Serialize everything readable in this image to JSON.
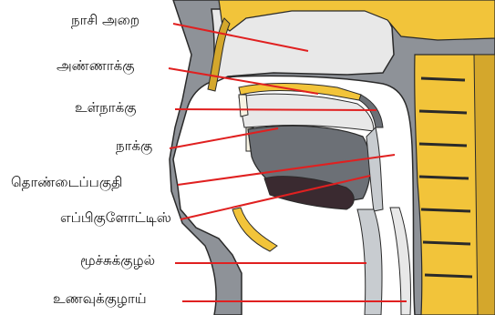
{
  "diagram": {
    "labels": [
      {
        "id": "nasal-cavity",
        "text": "நாசி அறை"
      },
      {
        "id": "palate",
        "text": "அண்ணாக்கு"
      },
      {
        "id": "uvula",
        "text": "உள்நாக்கு"
      },
      {
        "id": "tongue",
        "text": "நாக்கு"
      },
      {
        "id": "pharynx",
        "text": "தொண்டைப்பகுதி"
      },
      {
        "id": "epiglottis",
        "text": "எப்பிகுளோட்டிஸ்"
      },
      {
        "id": "trachea",
        "text": "மூச்சுக்குழல்"
      },
      {
        "id": "esophagus",
        "text": "உணவுக்குழாய்"
      }
    ],
    "colors": {
      "leader_line": "#e02020",
      "bone": "#f2c43a",
      "tissue_gray": "#8e9298",
      "tissue_dark": "#4e5258",
      "cavity_light": "#e8e8e8",
      "outline": "#2a2a2a"
    }
  }
}
